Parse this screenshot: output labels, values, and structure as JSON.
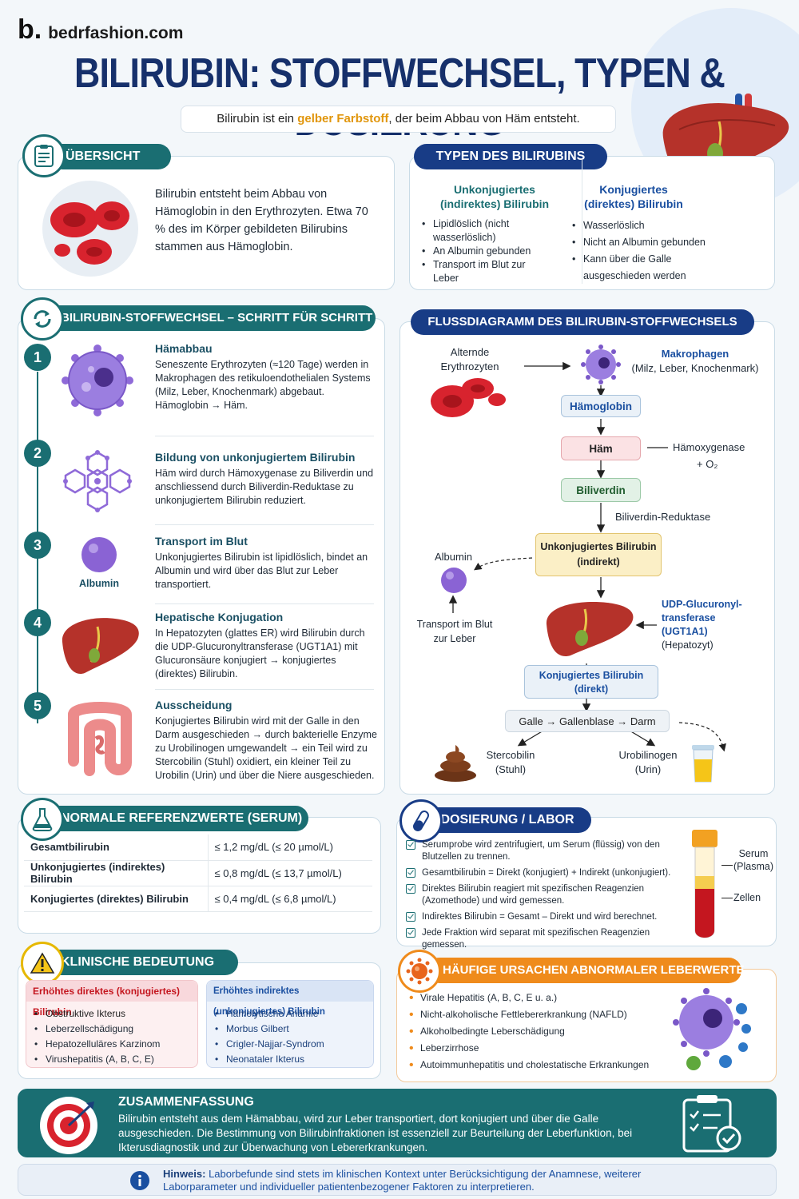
{
  "brand": {
    "letter": "b.",
    "name": "bedrfashion.com"
  },
  "title": "BILIRUBIN: STOFFWECHSEL, TYPEN & DOSIERUNG",
  "intro": {
    "pre": "Bilirubin ist ein ",
    "highlight": "gelber Farbstoff",
    "post": ", der beim Abbau von Häm entsteht."
  },
  "overview": {
    "heading": "ÜBERSICHT",
    "text": "Bilirubin entsteht beim Abbau von Hämoglobin in den Erythrozyten. Etwa 70 % des im Körper gebildeten Bilirubins stammen aus Hämoglobin."
  },
  "types": {
    "heading": "TYPEN DES BILIRUBINS",
    "unconj": {
      "title1": "Unkonjugiertes",
      "title2": "(indirektes) Bilirubin",
      "items": [
        "Lipidlöslich (nicht wasserlöslich)",
        "An Albumin gebunden",
        "Transport im Blut zur Leber"
      ]
    },
    "conj": {
      "title1": "Konjugiertes",
      "title2": "(direktes) Bilirubin",
      "items": [
        "Wasserlöslich",
        "Nicht an Albumin gebunden",
        "Kann über die Galle ausgeschieden werden"
      ]
    }
  },
  "steps": {
    "heading": "BILIRUBIN-STOFFWECHSEL – SCHRITT FÜR SCHRITT",
    "albumin_label": "Albumin",
    "items": [
      {
        "num": "1",
        "title": "Hämabbau",
        "text": "Seneszente Erythrozyten (≈120 Tage) werden in Makrophagen des retikuloendothelialen Systems (Milz, Leber, Knochenmark) abgebaut. Hämoglobin → Häm."
      },
      {
        "num": "2",
        "title": "Bildung von unkonjugiertem Bilirubin",
        "text": "Häm wird durch Hämoxygenase zu Biliverdin und anschliessend durch Biliverdin-Reduktase zu unkonjugiertem Bilirubin reduziert."
      },
      {
        "num": "3",
        "title": "Transport im Blut",
        "text": "Unkonjugiertes Bilirubin ist lipidlöslich, bindet an Albumin und wird über das Blut zur Leber transportiert."
      },
      {
        "num": "4",
        "title": "Hepatische Konjugation",
        "text": "In Hepatozyten (glattes ER) wird Bilirubin durch die UDP-Glucuronyltransferase (UGT1A1) mit Glucuronsäure konjugiert → konjugiertes (direktes) Bilirubin."
      },
      {
        "num": "5",
        "title": "Ausscheidung",
        "text": "Konjugiertes Bilirubin wird mit der Galle in den Darm ausgeschieden → durch bakterielle Enzyme zu Urobilinogen umgewandelt → ein Teil wird zu Stercobilin (Stuhl) oxidiert, ein kleiner Teil zu Urobilin (Urin) und über die Niere ausgeschieden."
      }
    ]
  },
  "flow": {
    "heading": "FLUSSDIAGRAMM DES BILIRUBIN-STOFFWECHSELS",
    "erythro": "Alternde Erythrozyten",
    "macro_title": "Makrophagen",
    "macro_sub": "(Milz, Leber, Knochenmark)",
    "hemoglobin": "Hämoglobin",
    "heme": "Häm",
    "hemox": "Hämoxygenase",
    "o2": "+ O₂",
    "biliverdin": "Biliverdin",
    "bvr": "Biliverdin-Reduktase",
    "unconj1": "Unkonjugiertes Bilirubin",
    "unconj2": "(indirekt)",
    "albumin": "Albumin",
    "transport": "Transport im Blut zur Leber",
    "udp1": "UDP-Glucuronyl-",
    "udp2": "transferase",
    "udp3": "(UGT1A1)",
    "udp4": "(Hepatozyt)",
    "conj1": "Konjugiertes Bilirubin",
    "conj2": "(direkt)",
    "bile": "Galle → Gallenblase → Darm",
    "sterco1": "Stercobilin",
    "sterco2": "(Stuhl)",
    "uro1": "Urobilinogen",
    "uro2": "(Urin)"
  },
  "reference": {
    "heading": "NORMALE REFERENZWERTE (SERUM)",
    "rows": [
      {
        "label": "Gesamtbilirubin",
        "value": "≤ 1,2 mg/dL  (≤ 20 µmol/L)"
      },
      {
        "label": "Unkonjugiertes (indirektes) Bilirubin",
        "value": "≤ 0,8 mg/dL  (≤ 13,7 µmol/L)"
      },
      {
        "label": "Konjugiertes (direktes) Bilirubin",
        "value": "≤ 0,4 mg/dL  (≤ 6,8 µmol/L)"
      }
    ]
  },
  "dosing": {
    "heading": "DOSIERUNG / LABOR",
    "items": [
      "Serumprobe wird zentrifugiert, um Serum (flüssig) von den Blutzellen zu trennen.",
      "Gesamtbilirubin = Direkt (konjugiert) + Indirekt (unkonjugiert).",
      "Direktes Bilirubin reagiert mit spezifischen Reagenzien (Azomethode) und wird gemessen.",
      "Indirektes Bilirubin = Gesamt – Direkt und wird berechnet.",
      "Jede Fraktion wird separat mit spezifischen Reagenzien gemessen."
    ],
    "serum": "Serum",
    "plasma": "(Plasma)",
    "cells": "Zellen"
  },
  "clinical": {
    "heading": "KLINISCHE BEDEUTUNG",
    "direct": {
      "title": "Erhöhtes direktes (konjugiertes) Bilirubin",
      "items": [
        "Obstruktive Ikterus",
        "Leberzellschädigung",
        "Hepatozelluläres Karzinom",
        "Virushepatitis (A, B, C, E)"
      ]
    },
    "indirect": {
      "title": "Erhöhtes indirektes (unkonjugiertes) Bilirubin",
      "items": [
        "Hämolytische Anämie",
        "Morbus Gilbert",
        "Crigler-Najjar-Syndrom",
        "Neonataler Ikterus"
      ]
    }
  },
  "causes": {
    "heading": "HÄUFIGE URSACHEN ABNORMALER LEBERWERTE",
    "items": [
      "Virale Hepatitis (A, B, C, E u. a.)",
      "Nicht-alkoholische Fettlebererkrankung (NAFLD)",
      "Alkoholbedingte Leberschädigung",
      "Leberzirrhose",
      "Autoimmunhepatitis und cholestatische Erkrankungen"
    ]
  },
  "summary": {
    "heading": "ZUSAMMENFASSUNG",
    "text": "Bilirubin entsteht aus dem Hämabbau, wird zur Leber transportiert, dort konjugiert und über die Galle ausgeschieden. Die Bestimmung von Bilirubinfraktionen ist essenziell zur Beurteilung der Leberfunktion, bei Ikterusdiagnostik und zur Überwachung von Lebererkrankungen."
  },
  "note": {
    "label": "Hinweis:",
    "text": " Laborbefunde sind stets im klinischen Kontext unter Berücksichtigung der Anamnese, weiterer Laborparameter und individueller patientenbezogener Faktoren zu interpretieren."
  },
  "colors": {
    "teal": "#1a6e72",
    "navy": "#183c86",
    "orange": "#ef8b1c",
    "red": "#d8232e"
  }
}
